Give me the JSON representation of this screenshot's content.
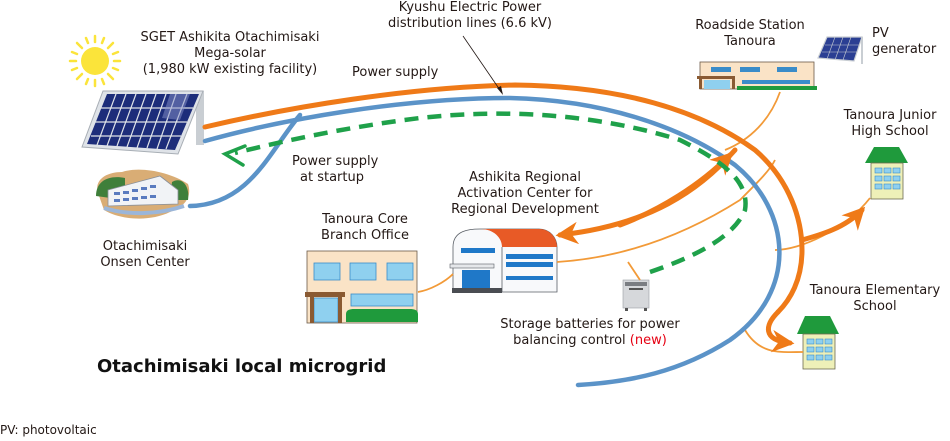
{
  "title": "Otachimisaki local microgrid",
  "footnote": "PV: photovoltaic",
  "colors": {
    "power_supply": "#ef7a18",
    "distribution_line": "#5b93c8",
    "startup_supply": "#1fa14a",
    "local_line": "#f29a38",
    "new_highlight": "#e60012",
    "text": "#231815"
  },
  "labels": {
    "mega_solar": [
      "SGET Ashikita Otachimisaki",
      "Mega-solar",
      "(1,980 kW existing facility)"
    ],
    "distribution_lines": [
      "Kyushu Electric Power",
      "distribution lines (6.6 kV)"
    ],
    "power_supply": "Power supply",
    "startup": [
      "Power supply",
      "at startup"
    ],
    "roadside_station": [
      "Roadside Station",
      "Tanoura"
    ],
    "pv_generator": [
      "PV",
      "generator"
    ],
    "junior_high": [
      "Tanoura Junior",
      "High School"
    ],
    "activation_center": [
      "Ashikita Regional",
      "Activation Center for",
      "Regional Development"
    ],
    "core_branch": [
      "Tanoura Core",
      "Branch Office"
    ],
    "onsen": [
      "Otachimisaki",
      "Onsen Center"
    ],
    "storage": [
      "Storage batteries for power",
      "balancing control"
    ],
    "storage_new": "(new)",
    "elementary": [
      "Tanoura Elementary",
      "School"
    ]
  },
  "icons": [
    "sun-icon",
    "solar-panel-icon",
    "pv-panel-icon",
    "onsen-building-icon",
    "office-building-icon",
    "activation-center-icon",
    "roadside-station-icon",
    "school-icon",
    "battery-cabinet-icon",
    "arrow-icon"
  ]
}
